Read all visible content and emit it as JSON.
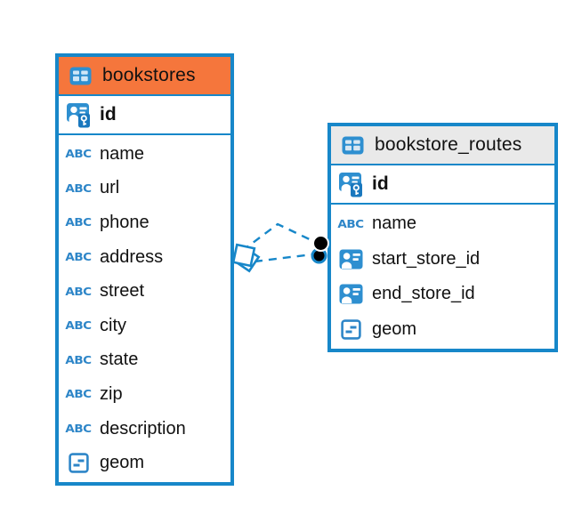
{
  "diagram": {
    "kind": "entity-relationship-diagram",
    "background": "#ffffff"
  },
  "colors": {
    "accent_blue": "#1787C9",
    "icon_blue": "#2E8FD0",
    "icon_blue_dark": "#1A78BE",
    "header_orange": "#F5763C",
    "header_gray": "#E9E9E9",
    "text": "#111111"
  },
  "glyphs": {
    "text_type": "ABC"
  },
  "tables": [
    {
      "name": "bookstores",
      "header_style": "orange",
      "columns": [
        {
          "name": "id",
          "icon": "pk-column-icon"
        },
        {
          "name": "name",
          "icon": "text-column-icon"
        },
        {
          "name": "url",
          "icon": "text-column-icon"
        },
        {
          "name": "phone",
          "icon": "text-column-icon"
        },
        {
          "name": "address",
          "icon": "text-column-icon"
        },
        {
          "name": "street",
          "icon": "text-column-icon"
        },
        {
          "name": "city",
          "icon": "text-column-icon"
        },
        {
          "name": "state",
          "icon": "text-column-icon"
        },
        {
          "name": "zip",
          "icon": "text-column-icon"
        },
        {
          "name": "description",
          "icon": "text-column-icon"
        },
        {
          "name": "geom",
          "icon": "geometry-column-icon"
        }
      ]
    },
    {
      "name": "bookstore_routes",
      "header_style": "gray",
      "columns": [
        {
          "name": "id",
          "icon": "pk-column-icon"
        },
        {
          "name": "name",
          "icon": "text-column-icon"
        },
        {
          "name": "start_store_id",
          "icon": "fk-column-icon"
        },
        {
          "name": "end_store_id",
          "icon": "fk-column-icon"
        },
        {
          "name": "geom",
          "icon": "geometry-column-icon"
        }
      ]
    }
  ],
  "relationships": {
    "source_table": "bookstores",
    "target_table": "bookstore_routes",
    "line_count": 2,
    "line_style": "dashed",
    "line_color": "#1787C9",
    "source_marker": "diamond",
    "target_marker": "filled-circle"
  }
}
